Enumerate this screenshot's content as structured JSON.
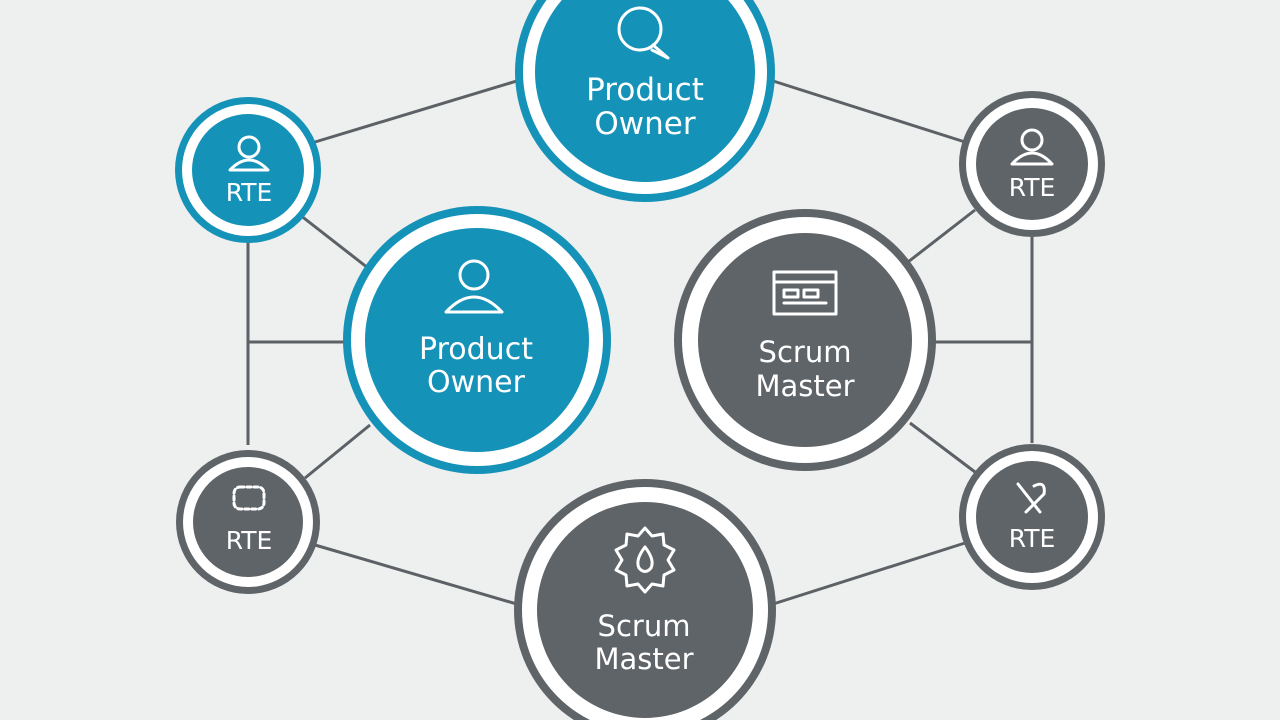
{
  "colors": {
    "background": "#eeefef",
    "blue": "#1592b8",
    "gray": "#5f6468",
    "ring_gap": "#ffffff",
    "connector": "#5c6166"
  },
  "nodes": {
    "po_top": {
      "line1": "Product",
      "line2": "Owner",
      "color": "blue",
      "icon": "chat-search-icon"
    },
    "po_mid": {
      "line1": "Product",
      "line2": "Owner",
      "color": "blue",
      "icon": "person-icon"
    },
    "sm_right": {
      "line1": "Scrum",
      "line2": "Master",
      "color": "gray",
      "icon": "board-icon"
    },
    "sm_bottom": {
      "line1": "Scrum",
      "line2": "Master",
      "color": "gray",
      "icon": "gear-drop-icon"
    },
    "rte_tl": {
      "label": "RTE",
      "color": "blue",
      "icon": "team-icon"
    },
    "rte_tr": {
      "label": "RTE",
      "color": "gray",
      "icon": "person-icon"
    },
    "rte_bl": {
      "label": "RTE",
      "color": "gray",
      "icon": "chip-icon"
    },
    "rte_br": {
      "label": "RTE",
      "color": "gray",
      "icon": "tools-icon"
    }
  }
}
